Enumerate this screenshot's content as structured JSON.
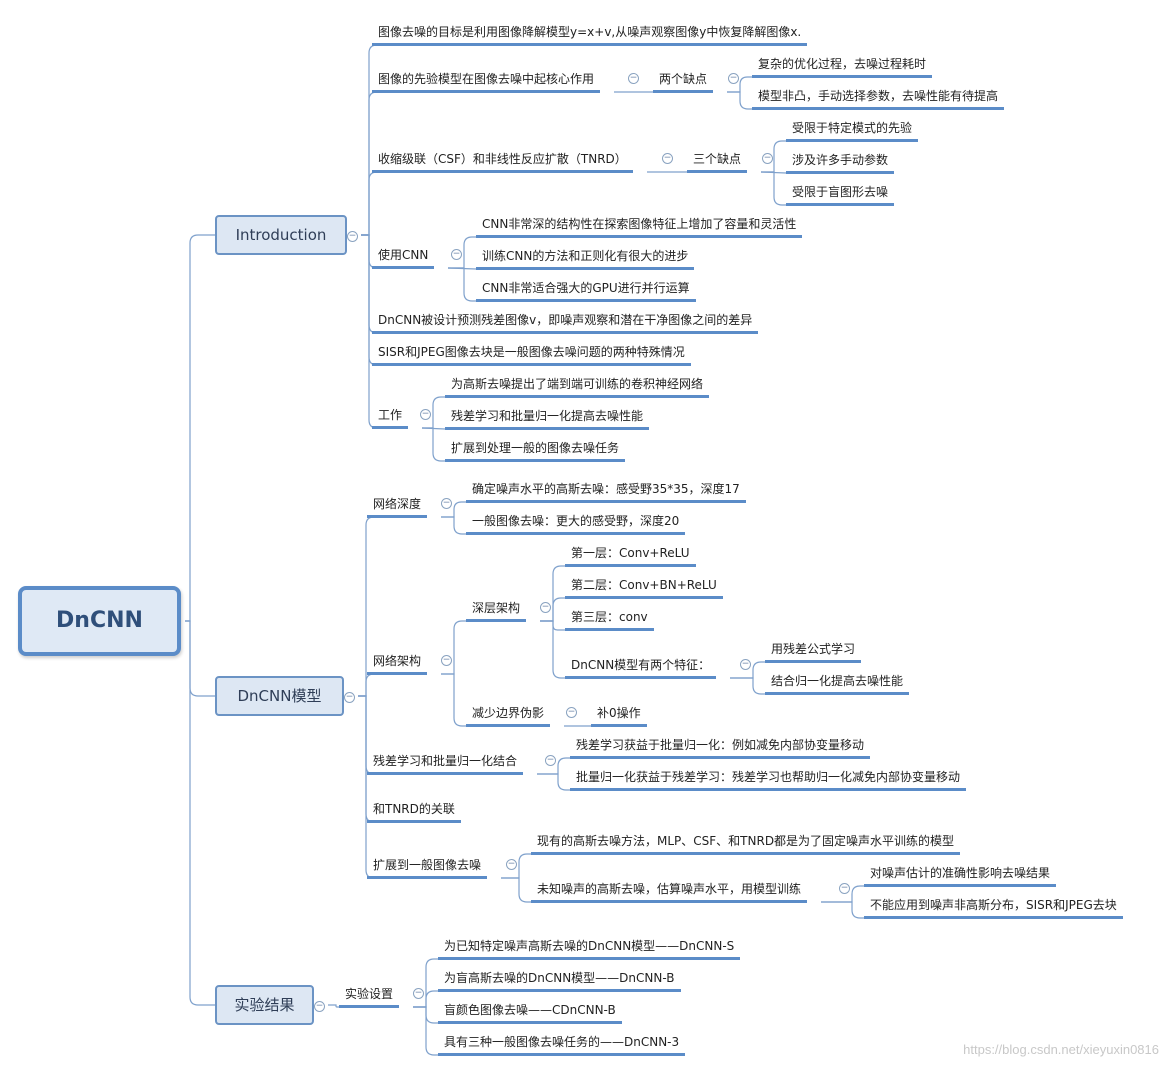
{
  "root": "DnCNN",
  "intro": {
    "title": "Introduction",
    "goal": "图像去噪的目标是利用图像降解模型y=x+v,从噪声观察图像y中恢复降解图像x.",
    "prior": "图像的先验模型在图像去噪中起核心作用",
    "prior_sub": "两个缺点",
    "prior_sub_items": [
      "复杂的优化过程，去噪过程耗时",
      "模型非凸，手动选择参数，去噪性能有待提高"
    ],
    "csf": "收缩级联（CSF）和非线性反应扩散（TNRD）",
    "csf_sub": "三个缺点",
    "csf_sub_items": [
      "受限于特定模式的先验",
      "涉及许多手动参数",
      "受限于盲图形去噪"
    ],
    "cnn": "使用CNN",
    "cnn_items": [
      "CNN非常深的结构性在探索图像特征上增加了容量和灵活性",
      "训练CNN的方法和正则化有很大的进步",
      "CNN非常适合强大的GPU进行并行运算"
    ],
    "residual": "DnCNN被设计预测残差图像v，即噪声观察和潜在干净图像之间的差异",
    "special": "SISR和JPEG图像去块是一般图像去噪问题的两种特殊情况",
    "work": "工作",
    "work_items": [
      "为高斯去噪提出了端到端可训练的卷积神经网络",
      "残差学习和批量归一化提高去噪性能",
      "扩展到处理一般的图像去噪任务"
    ]
  },
  "model": {
    "title": "DnCNN模型",
    "depth": "网络深度",
    "depth_items": [
      "确定噪声水平的高斯去噪：感受野35*35，深度17",
      "一般图像去噪：更大的感受野，深度20"
    ],
    "arch": "网络架构",
    "deep": "深层架构",
    "deep_items": [
      "第一层：Conv+ReLU",
      "第二层：Conv+BN+ReLU",
      "第三层：conv",
      "DnCNN模型有两个特征："
    ],
    "feat_items": [
      "用残差公式学习",
      "结合归一化提高去噪性能"
    ],
    "border": "减少边界伪影",
    "border_item": "补0操作",
    "combo": "残差学习和批量归一化结合",
    "combo_items": [
      "残差学习获益于批量归一化：例如减免内部协变量移动",
      "批量归一化获益于残差学习：残差学习也帮助归一化减免内部协变量移动"
    ],
    "tnrd": "和TNRD的关联",
    "extend": "扩展到一般图像去噪",
    "extend_items": [
      "现有的高斯去噪方法，MLP、CSF、和TNRD都是为了固定噪声水平训练的模型",
      "未知噪声的高斯去噪，估算噪声水平，用模型训练"
    ],
    "unknown_items": [
      "对噪声估计的准确性影响去噪结果",
      "不能应用到噪声非高斯分布，SISR和JPEG去块"
    ]
  },
  "results": {
    "title": "实验结果",
    "setup": "实验设置",
    "setup_items": [
      "为已知特定噪声高斯去噪的DnCNN模型——DnCNN-S",
      "为盲高斯去噪的DnCNN模型——DnCNN-B",
      "盲颜色图像去噪——CDnCNN-B",
      "具有三种一般图像去噪任务的——DnCNN-3"
    ]
  },
  "watermark": "https://blog.csdn.net/xieyuxin0816",
  "colors": {
    "accent": "#5b8cc8",
    "connector": "#7fa1cc",
    "main_fill": "#dde7f3"
  }
}
